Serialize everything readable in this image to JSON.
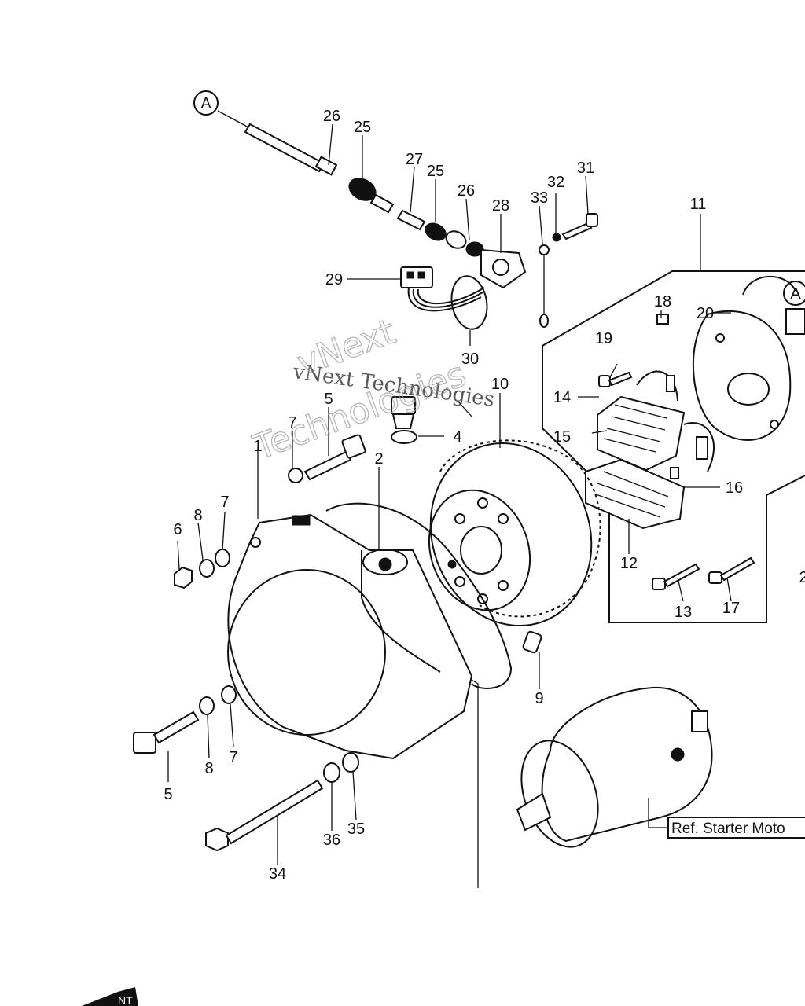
{
  "callouts": {
    "a_top": "A",
    "a_right": "A"
  },
  "labels": {
    "n1": "1",
    "n2": "2",
    "n4": "4",
    "n5_top": "5",
    "n5_bottom": "5",
    "n6": "6",
    "n7_top": "7",
    "n7_mid": "7",
    "n7_bottom": "7",
    "n8_top": "8",
    "n8_bottom": "8",
    "n9": "9",
    "n10": "10",
    "n11": "11",
    "n12": "12",
    "n13": "13",
    "n14": "14",
    "n15": "15",
    "n16": "16",
    "n17": "17",
    "n18": "18",
    "n19": "19",
    "n20": "20",
    "n21_partial": "2",
    "n25_top": "25",
    "n25_mid": "25",
    "n26_top": "26",
    "n26_mid": "26",
    "n27": "27",
    "n28": "28",
    "n29": "29",
    "n30": "30",
    "n31": "31",
    "n32": "32",
    "n33": "33",
    "n34": "34",
    "n35": "35",
    "n36": "36"
  },
  "reference_box": "Ref. Starter Moto",
  "watermark": {
    "line1": "vNext Technologies",
    "line2a": "vNext",
    "line2b": "Technologies"
  },
  "corner_stamp": "NT"
}
